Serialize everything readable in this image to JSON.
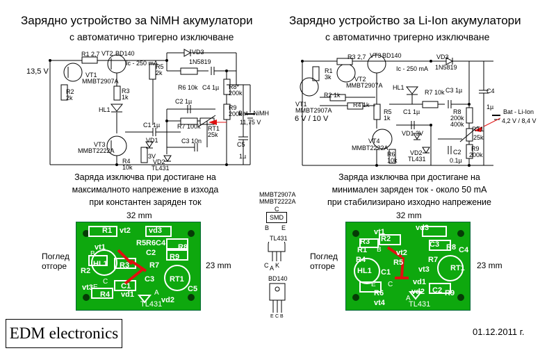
{
  "left": {
    "title": "Зарядно устройство за NiMH акумулатори",
    "subtitle": "с автоматично тригерно изключване",
    "note": [
      "Заряда изключва при достигане на",
      "максималното напрежение в изхода",
      "при константен заряден ток"
    ],
    "pcb_width": "32 mm",
    "pcb_height": "23 mm",
    "view_label": [
      "Поглед",
      "отгоре"
    ],
    "supply_voltage": "13,5 V",
    "ic_current": "Ic - 250 mA",
    "battery_label": [
      "Bat - NiMH",
      "11,75 V"
    ],
    "components": {
      "r1": "R1",
      "r1v": "2,7",
      "vt2": "VT2",
      "vt2t": "BD140",
      "vt1": "VT1",
      "vt1t": "MMBT2907A",
      "r2": "R2",
      "r2v": "2k",
      "r3": "R3",
      "r3v": "1k",
      "hl1": "HL1",
      "r5": "R5",
      "r5v": "2k",
      "vd3": "VD3",
      "vd3t": "1N5819",
      "r6": "R6 10k",
      "c4": "C4 1µ",
      "r8": "R8*",
      "r8v": "200k",
      "c2": "C2 1µ",
      "r7": "R7 100k",
      "r9": "R9",
      "r9v": "200k",
      "rt1": "RT1",
      "rt1v": "25k",
      "c1": "C1 1µ",
      "vd1": "VD1",
      "vd1v": "3V",
      "c3": "C3 10n",
      "vt3": "VT3",
      "vt3t": "MMBT2222A",
      "r4": "R4",
      "r4v": "10k",
      "vd2": "VD2",
      "vd2t": "TL431",
      "c5": "C5",
      "c5v": "1µ"
    },
    "pcb_labels": [
      "R1",
      "vt2",
      "vd3",
      "vt1",
      "R5",
      "R6",
      "C4",
      "C2",
      "R8",
      "R2",
      "HL1",
      "R3",
      "R7",
      "R9",
      "C3",
      "RT1",
      "vt3",
      "C1",
      "R4",
      "vd1",
      "A",
      "vd2",
      "C5",
      "TL431",
      "E",
      "C",
      "B"
    ]
  },
  "right": {
    "title": "Зарядно устройство за Li-Ion акумулатори",
    "subtitle": "с автоматично тригерно изключване",
    "note": [
      "Заряда изключва при достигане на",
      "минимален заряден ток - около 50 mA",
      "при стабилизирано изходно напрежение"
    ],
    "pcb_width": "32 mm",
    "pcb_height": "23 mm",
    "view_label": [
      "Поглед",
      "отгоре"
    ],
    "supply_voltage": "6 V / 10 V",
    "ic_current": "Ic - 250 mA",
    "battery_label": [
      "Bat - Li-Ion",
      "4,2 V / 8,4 V"
    ],
    "components": {
      "r3": "R3",
      "r3v": "2,7",
      "vt3": "VT3",
      "vt3t": "BD140",
      "vd3": "VD3",
      "vd3t": "1N5819",
      "r1": "R1",
      "r1v": "3k",
      "vt2": "VT2",
      "vt2t": "MMBT2907A",
      "vt1": "VT1",
      "vt1t": "MMBT2907A",
      "r2": "R2 1k",
      "r4": "R4 1k",
      "hl1": "HL1",
      "r7": "R7 10k",
      "c3": "C3 1µ",
      "c4": "C4",
      "c4v": "1µ",
      "r5": "R5",
      "r5v": "1k",
      "c1": "C1 1µ",
      "r8": "R8",
      "r8v": "200k",
      "r8v2": "400k",
      "vd1": "VD1 3V",
      "vt4": "VT4",
      "vt4t": "MMBT2222A",
      "rt1": "RT1",
      "rt1v": "25k",
      "r6": "R6",
      "r6v": "10k",
      "vd2": "VD2",
      "vd2t": "TL431",
      "c2": "C2",
      "c2v": "0.1µ",
      "r9": "R9",
      "r9v": "200k"
    },
    "pcb_labels": [
      "vd3",
      "vt1",
      "R3",
      "R2",
      "C3",
      "R1",
      "B",
      "R8",
      "R4",
      "vt2",
      "R5",
      "C4",
      "HL1",
      "R7",
      "vt3",
      "C1",
      "RT1",
      "R6",
      "vd1",
      "E",
      "C2",
      "R9",
      "vt4",
      "TL431",
      "vd2",
      "A",
      "C"
    ]
  },
  "legend": {
    "transistor_types": [
      "MMBT2907A",
      "MMBT2222A"
    ],
    "smd_pins": [
      "C",
      "B",
      "E",
      "SMD"
    ],
    "tl431": "TL431",
    "tl431_pins": [
      "C",
      "A",
      "K"
    ],
    "bd140": "BD140",
    "bd140_pins": [
      "E",
      "C",
      "B"
    ]
  },
  "footer": {
    "logo": "EDM electronics",
    "date": "01.12.2011 г."
  },
  "colors": {
    "pcb_green": "#0ea80e",
    "trace_red": "#e01010",
    "text": "#000000"
  }
}
